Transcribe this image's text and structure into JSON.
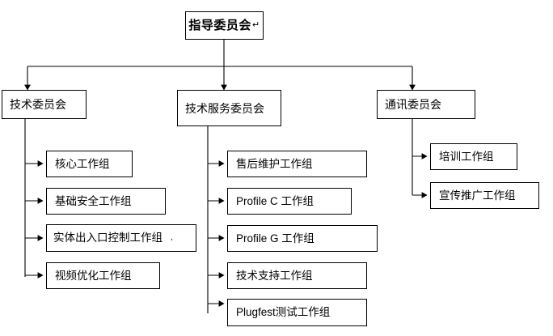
{
  "diagram": {
    "type": "organizational-chart",
    "title_node": {
      "label": "指导委员会",
      "mark": "↵"
    },
    "committees": [
      {
        "id": "technical",
        "label": "技术委员会",
        "working_groups": [
          {
            "label": "核心工作组"
          },
          {
            "label": "基础安全工作组"
          },
          {
            "label": "实体出入口控制工作组",
            "trailing_mark": ","
          },
          {
            "label": "视频优化工作组"
          }
        ]
      },
      {
        "id": "technical-service",
        "label": "技术服务委员会",
        "working_groups": [
          {
            "label": "售后维护工作组"
          },
          {
            "label": "Profile C 工作组"
          },
          {
            "label": "Profile G 工作组"
          },
          {
            "label": "技术支持工作组"
          },
          {
            "label": "Plugfest测试工作组"
          }
        ]
      },
      {
        "id": "communications",
        "label": "通讯委员会",
        "working_groups": [
          {
            "label": "培训工作组"
          },
          {
            "label": "宣传推广工作组"
          }
        ]
      }
    ],
    "colors": {
      "background": "#ffffff",
      "line": "#000000",
      "box_border": "#000000",
      "text": "#000000"
    }
  }
}
